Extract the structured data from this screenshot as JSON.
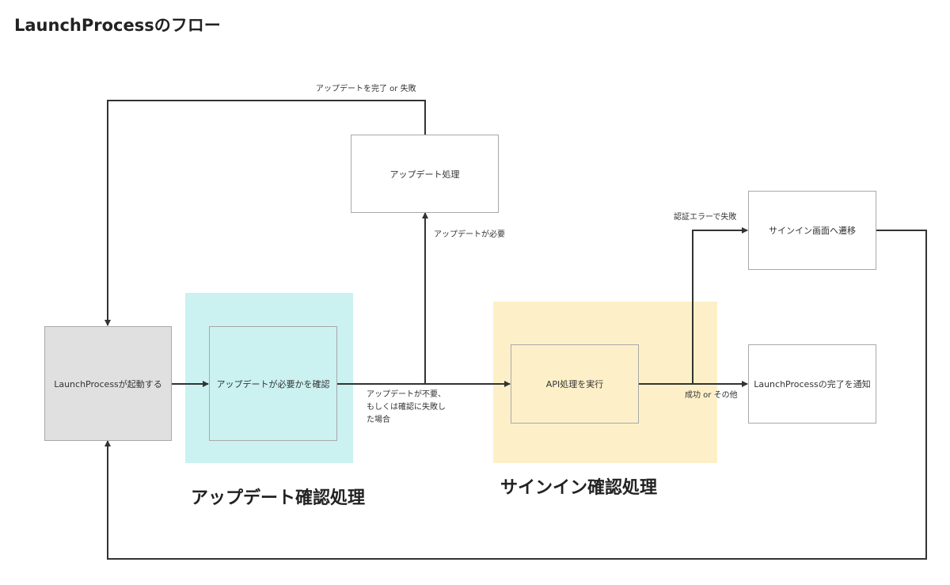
{
  "title": "LaunchProcessのフロー",
  "regions": {
    "update_check": {
      "label": "アップデート確認処理",
      "color": "#cbf1f1"
    },
    "signin_check": {
      "label": "サインイン確認処理",
      "color": "#fdf0c8"
    }
  },
  "nodes": {
    "launch": "LaunchProcessが起動する",
    "check_update": "アップデートが必要かを確認",
    "update": "アップデート処理",
    "api": "API処理を実行",
    "signin_screen": "サインイン画面へ遷移",
    "notify_complete": "LaunchProcessの完了を通知"
  },
  "edges": {
    "update_done": "アップデートを完了 or 失敗",
    "update_needed": "アップデートが必要",
    "update_not_needed_line1": "アップデートが不要、",
    "update_not_needed_line2": "もしくは確認に失敗し",
    "update_not_needed_line3": "た場合",
    "auth_error": "認証エラーで失敗",
    "success_other": "成功 or その他"
  }
}
